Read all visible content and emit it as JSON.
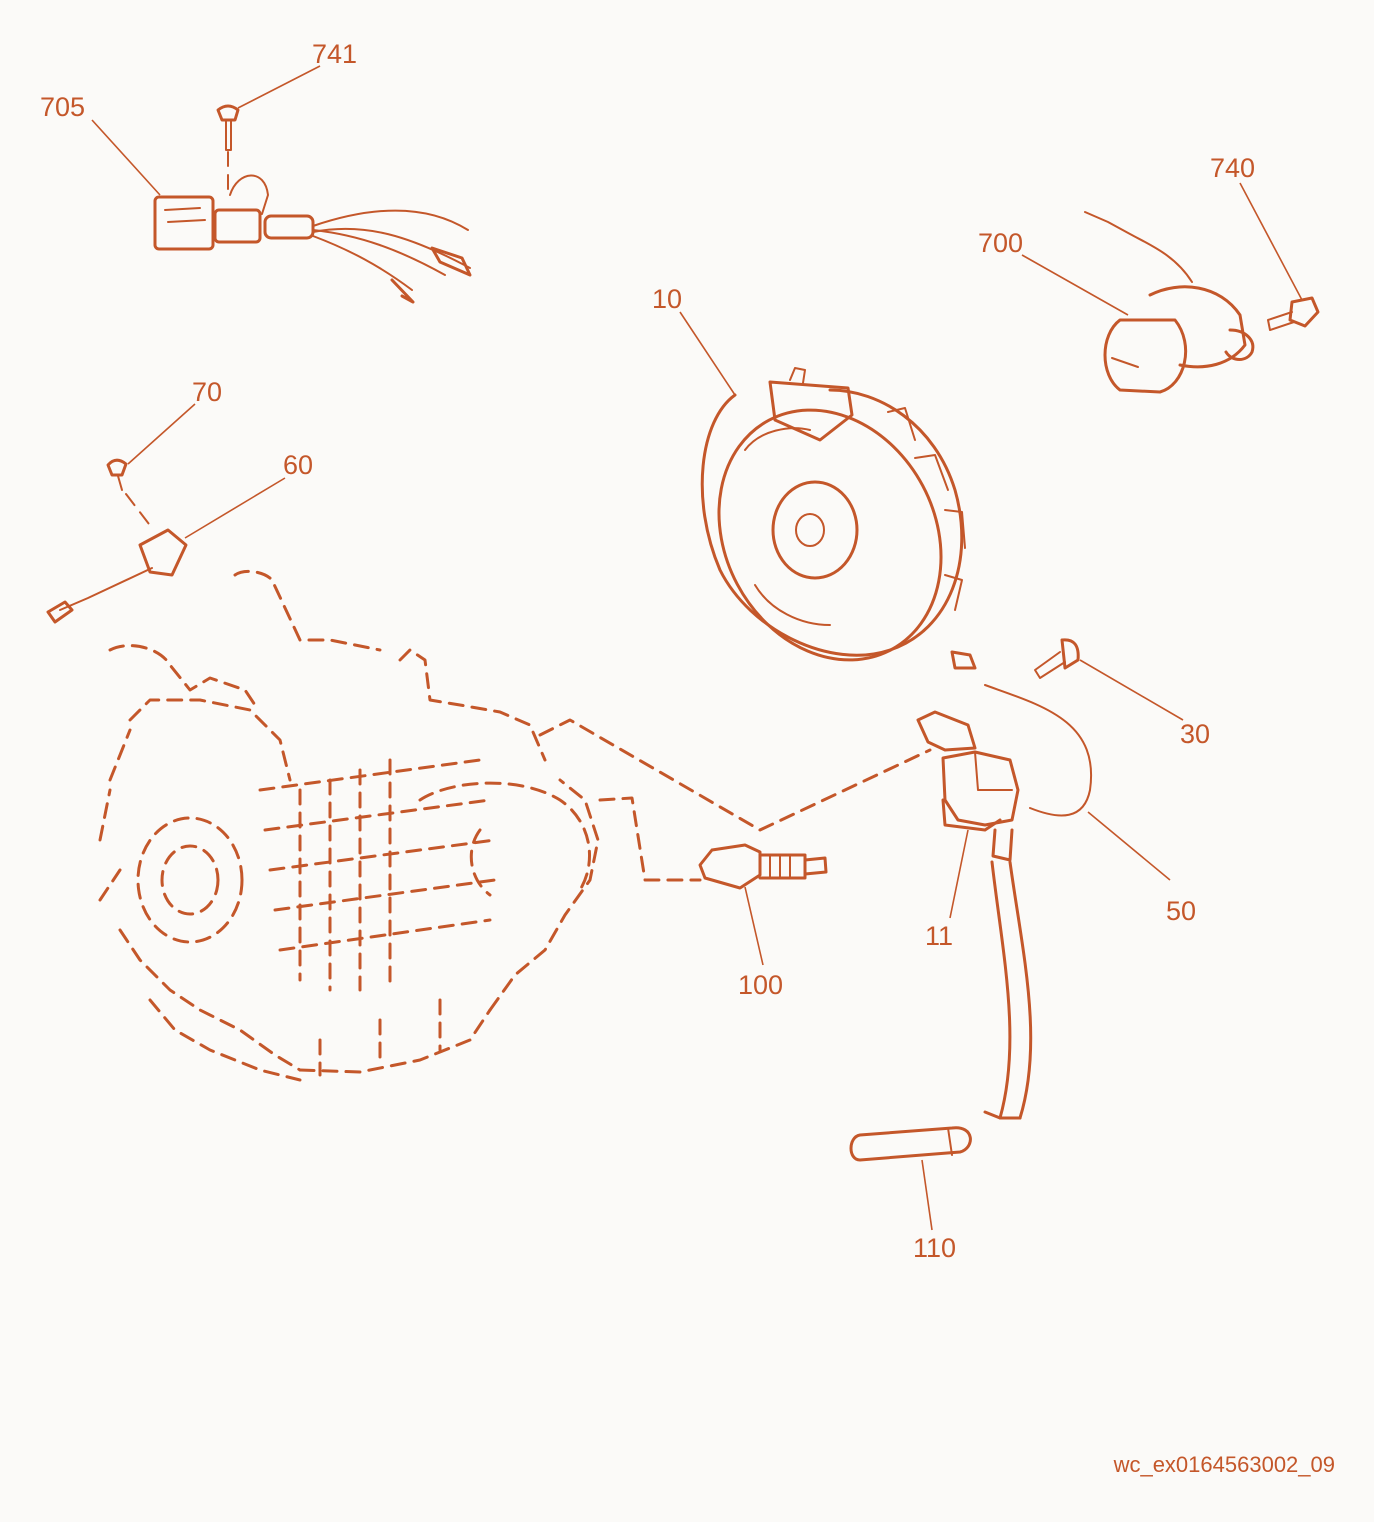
{
  "callouts": {
    "c741": "741",
    "c705": "705",
    "c740": "740",
    "c700": "700",
    "c10": "10",
    "c70": "70",
    "c60": "60",
    "c30": "30",
    "c50": "50",
    "c11": "11",
    "c100": "100",
    "c110": "110"
  },
  "drawing_code": "wc_ex0164563002_09",
  "colors": {
    "line": "#c4572a",
    "background": "#fbfaf8"
  }
}
